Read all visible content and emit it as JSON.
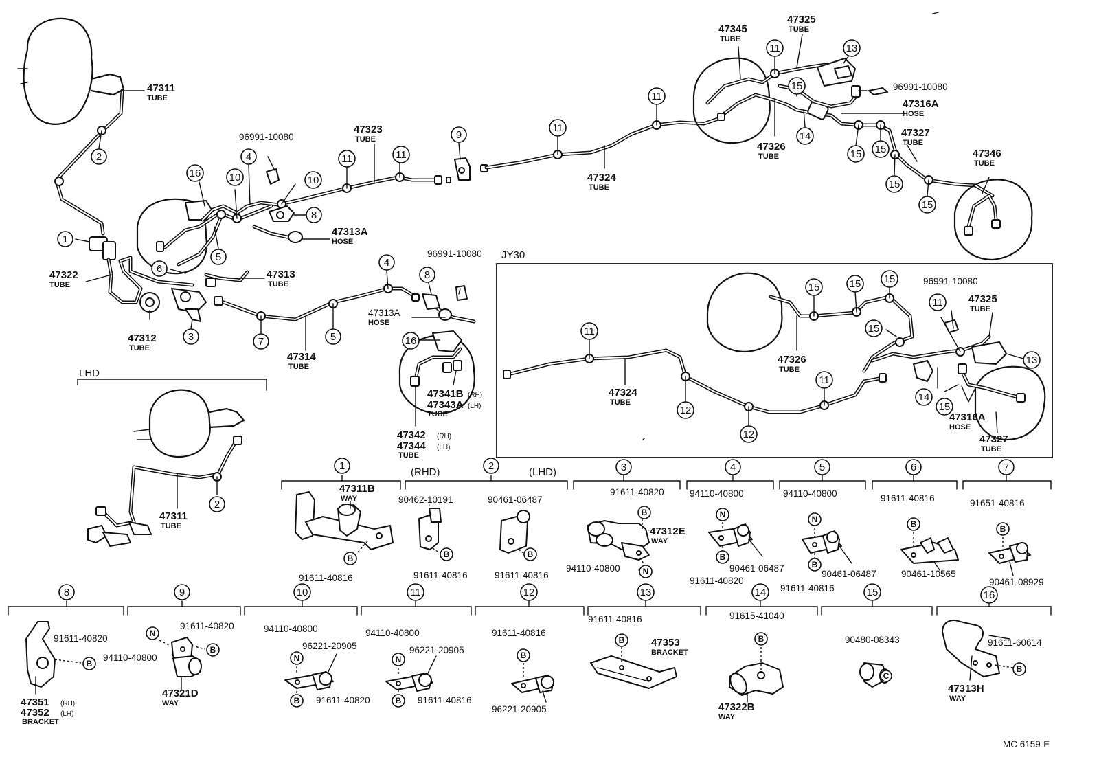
{
  "diagram_code": "MC  6159-E",
  "frame_label": "JY30",
  "lhd_label": "LHD",
  "rhd_label": "(RHD)",
  "lhd_paren_label": "(LHD)",
  "suffix": {
    "rh": "(RH)",
    "lh": "(LH)"
  },
  "word": {
    "tube": "TUBE",
    "hose": "HOSE",
    "way": "WAY",
    "bracket": "BRACKET"
  },
  "letter": {
    "b": "B",
    "n": "N",
    "c": "C"
  },
  "callouts": [
    "1",
    "2",
    "3",
    "4",
    "5",
    "6",
    "7",
    "8",
    "9",
    "10",
    "11",
    "12",
    "13",
    "14",
    "15",
    "16"
  ],
  "pn": {
    "p47311": "47311",
    "p47311b": "47311B",
    "p47312": "47312",
    "p47312e": "47312E",
    "p47313": "47313",
    "p47313a": "47313A",
    "p47313h": "47313H",
    "p47314": "47314",
    "p47316a": "47316A",
    "p47321d": "47321D",
    "p47322": "47322",
    "p47322b": "47322B",
    "p47323": "47323",
    "p47324": "47324",
    "p47325": "47325",
    "p47326": "47326",
    "p47327": "47327",
    "p47341b": "47341B",
    "p47343a": "47343A",
    "p47342": "47342",
    "p47344": "47344",
    "p47345": "47345",
    "p47346": "47346",
    "p47351": "47351",
    "p47352": "47352",
    "p47353": "47353",
    "p96991": "96991-10080",
    "p90462_10191": "90462-10191",
    "p90461_06487": "90461-06487",
    "p90461_10565": "90461-10565",
    "p90461_08929": "90461-08929",
    "p91611_40816": "91611-40816",
    "p91611_40820": "91611-40820",
    "p91651_40816": "91651-40816",
    "p91611_60614": "91611-60614",
    "p91615_41040": "91615-41040",
    "p94110_40800": "94110-40800",
    "p96221_20905": "96221-20905",
    "p90480_08343": "90480-08343"
  }
}
